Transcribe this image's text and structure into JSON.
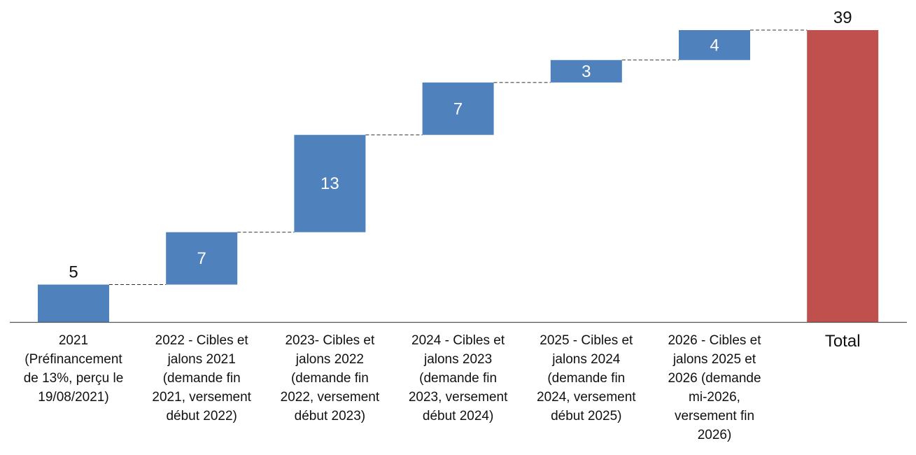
{
  "chart_data": {
    "type": "waterfall",
    "title": "",
    "xlabel": "",
    "ylabel": "",
    "ylim": [
      0,
      39
    ],
    "grid": false,
    "legend": "none",
    "categories": [
      "2021\n(Préfinancement\nde 13%, perçu le\n19/08/2021)",
      "2022 - Cibles et\njalons 2021\n(demande fin\n2021, versement\ndébut 2022)",
      "2023- Cibles et\njalons 2022\n(demande fin\n2022, versement\ndébut 2023)",
      "2024 - Cibles et\njalons 2023\n(demande fin\n2023, versement\ndébut 2024)",
      "2025 - Cibles et\njalons 2024\n(demande fin\n2024, versement\ndébut 2025)",
      "2026 - Cibles et\njalons 2025 et\n2026 (demande\nmi-2026,\nversement fin\n2026)",
      "Total"
    ],
    "values": [
      5,
      7,
      13,
      7,
      3,
      4,
      39
    ],
    "is_total": [
      false,
      false,
      false,
      false,
      false,
      false,
      true
    ],
    "data_labels": [
      "5",
      "7",
      "13",
      "7",
      "3",
      "4",
      "39"
    ],
    "colors": {
      "increment": "#4f81bd",
      "total": "#c0504d",
      "connector": "#333333",
      "axis": "#555555"
    }
  }
}
